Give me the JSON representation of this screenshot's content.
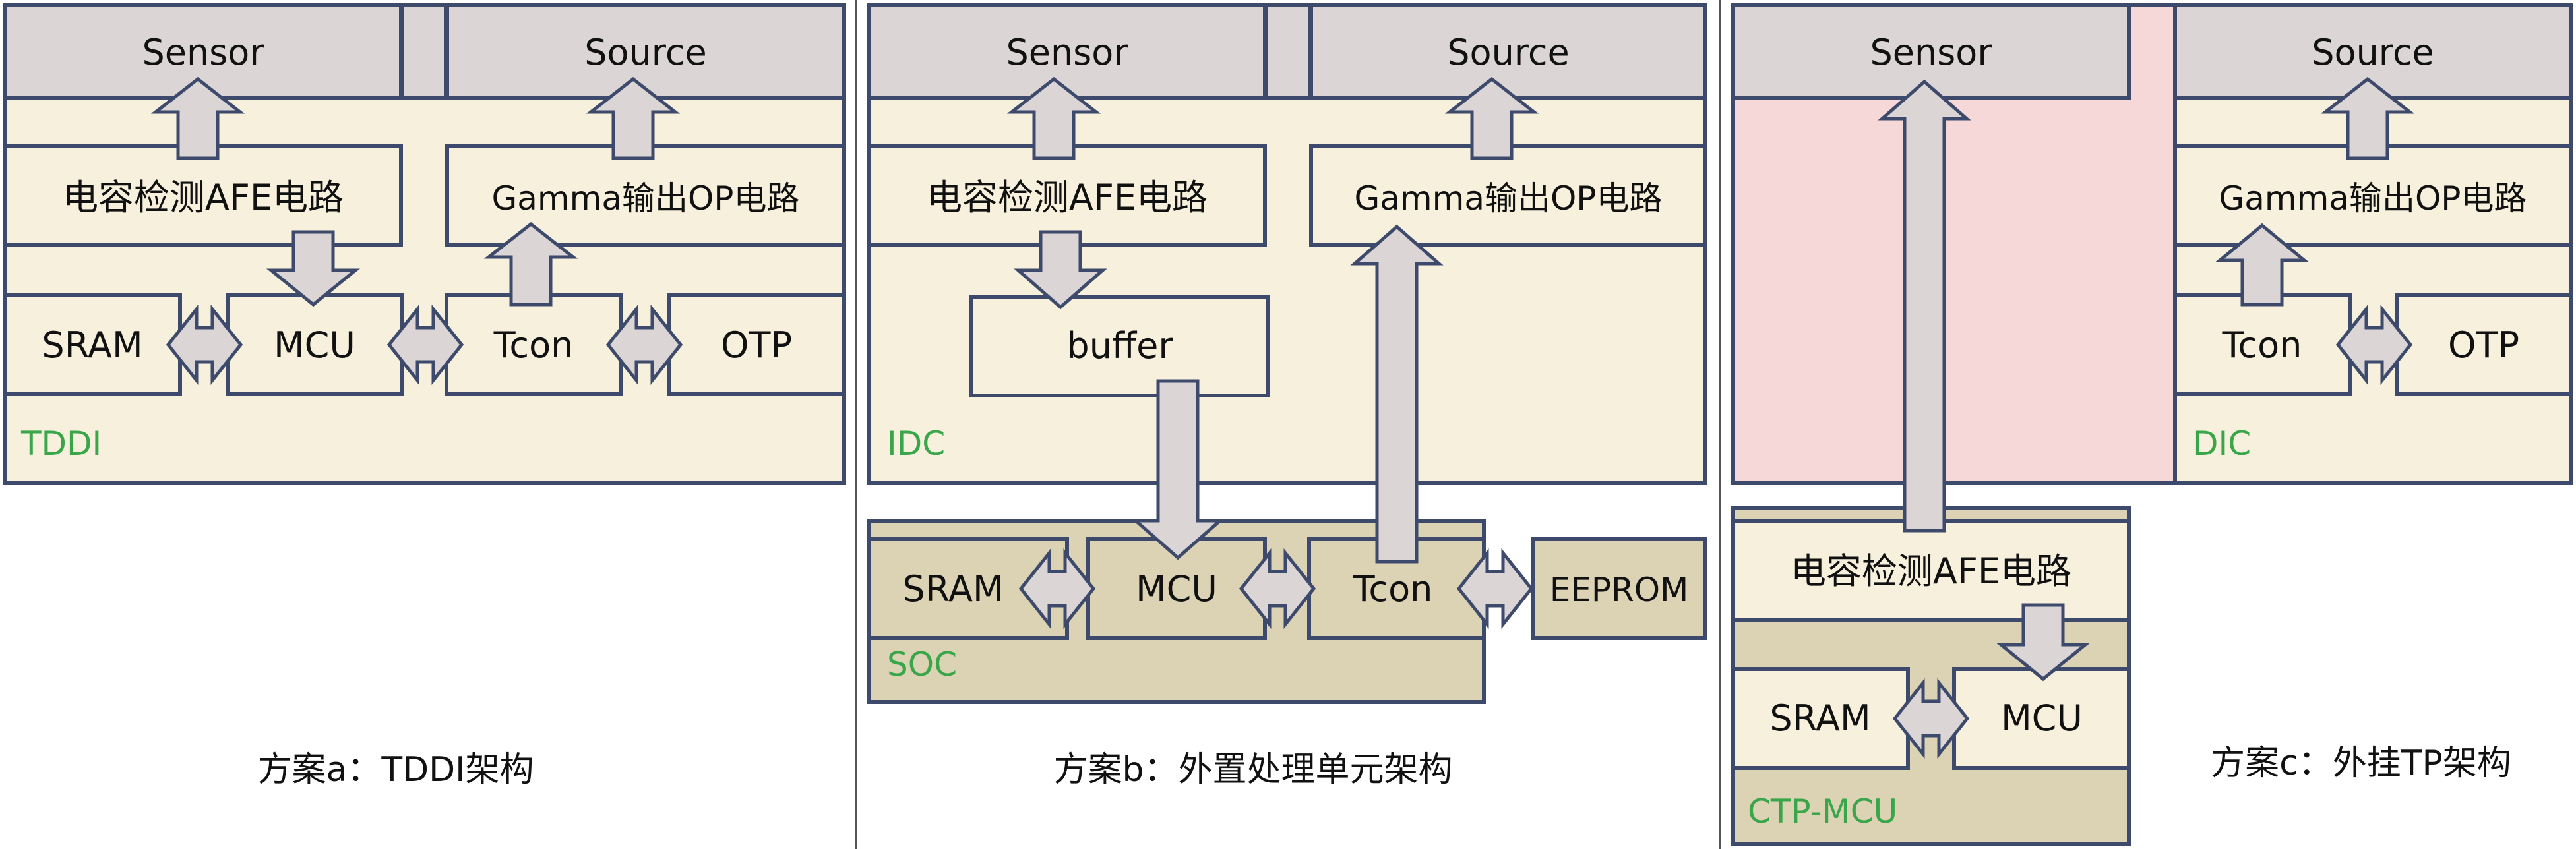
{
  "panel_a": {
    "sensor": "Sensor",
    "source": "Source",
    "afe": "电容检测AFE电路",
    "gamma": "Gamma输出OP电路",
    "sram": "SRAM",
    "mcu": "MCU",
    "tcon": "Tcon",
    "otp": "OTP",
    "chip_label": "TDDI",
    "caption": "方案a：TDDI架构"
  },
  "panel_b": {
    "sensor": "Sensor",
    "source": "Source",
    "afe": "电容检测AFE电路",
    "gamma": "Gamma输出OP电路",
    "buffer": "buffer",
    "chip_label": "IDC",
    "sram": "SRAM",
    "mcu": "MCU",
    "tcon": "Tcon",
    "eeprom": "EEPROM",
    "soc_label": "SOC",
    "caption": "方案b：外置处理单元架构"
  },
  "panel_c": {
    "sensor": "Sensor",
    "source": "Source",
    "gamma": "Gamma输出OP电路",
    "tcon": "Tcon",
    "otp": "OTP",
    "chip_label": "DIC",
    "afe": "电容检测AFE电路",
    "sram": "SRAM",
    "mcu": "MCU",
    "mcu_chip_label": "CTP-MCU",
    "caption": "方案c：外挂TP架构"
  },
  "colors": {
    "stroke": "#3d4a6b",
    "pink": "#f7d8d8",
    "cream": "#f7f0dc",
    "grey": "#dcd5d6",
    "khaki": "#dcd2b4",
    "chip_label": "#3aa64a"
  }
}
